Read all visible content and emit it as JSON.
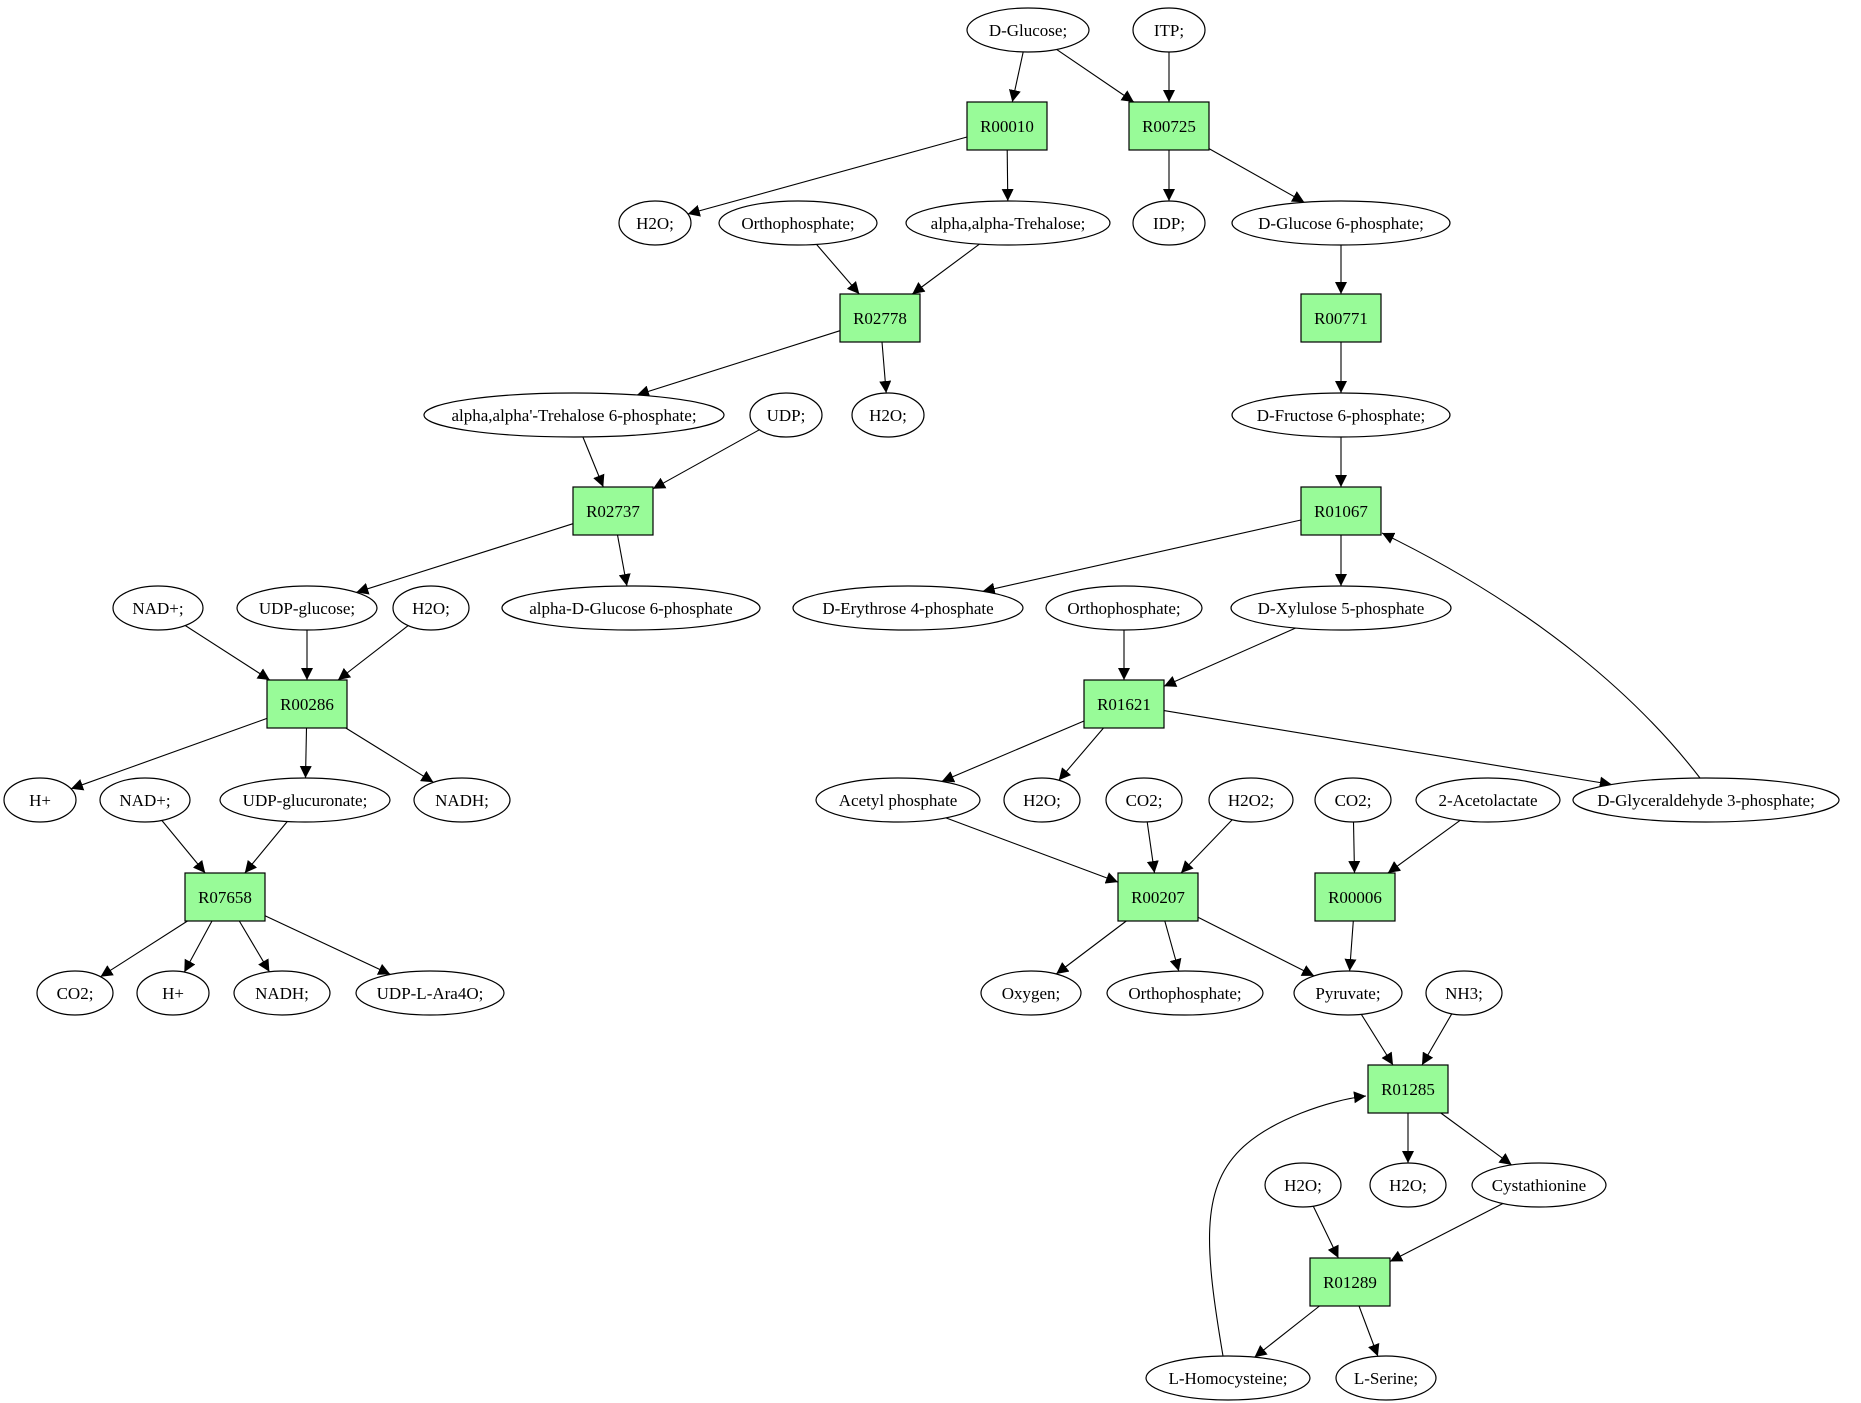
{
  "colors": {
    "reaction_fill": "#98fb98",
    "start_fill": "#00ee00",
    "end_fill": "#ffff00",
    "default_fill": "#ffffff",
    "stroke": "#000000"
  },
  "nodes": [
    {
      "id": "c_dglucose",
      "kind": "compound",
      "label": "D-Glucose;",
      "fill": "#00ee00"
    },
    {
      "id": "c_itp",
      "kind": "compound",
      "label": "ITP;"
    },
    {
      "id": "r_R00010",
      "kind": "reaction",
      "label": "R00010"
    },
    {
      "id": "r_R00725",
      "kind": "reaction",
      "label": "R00725"
    },
    {
      "id": "c_h2o_a",
      "kind": "compound",
      "label": "H2O;"
    },
    {
      "id": "c_orthophosphate_a",
      "kind": "compound",
      "label": "Orthophosphate;"
    },
    {
      "id": "c_trehalose",
      "kind": "compound",
      "label": "alpha,alpha-Trehalose;"
    },
    {
      "id": "c_idp",
      "kind": "compound",
      "label": "IDP;"
    },
    {
      "id": "c_g6p",
      "kind": "compound",
      "label": "D-Glucose 6-phosphate;"
    },
    {
      "id": "r_R02778",
      "kind": "reaction",
      "label": "R02778"
    },
    {
      "id": "r_R00771",
      "kind": "reaction",
      "label": "R00771"
    },
    {
      "id": "c_t6p",
      "kind": "compound",
      "label": "alpha,alpha'-Trehalose 6-phosphate;"
    },
    {
      "id": "c_udp",
      "kind": "compound",
      "label": "UDP;"
    },
    {
      "id": "c_h2o_b",
      "kind": "compound",
      "label": "H2O;"
    },
    {
      "id": "c_f6p",
      "kind": "compound",
      "label": "D-Fructose 6-phosphate;"
    },
    {
      "id": "r_R02737",
      "kind": "reaction",
      "label": "R02737"
    },
    {
      "id": "r_R01067",
      "kind": "reaction",
      "label": "R01067"
    },
    {
      "id": "c_nadp_a",
      "kind": "compound",
      "label": "NAD+;"
    },
    {
      "id": "c_udpglucose",
      "kind": "compound",
      "label": "UDP-glucose;"
    },
    {
      "id": "c_h2o_c",
      "kind": "compound",
      "label": "H2O;"
    },
    {
      "id": "c_adg6p",
      "kind": "compound",
      "label": "alpha-D-Glucose 6-phosphate"
    },
    {
      "id": "c_e4p",
      "kind": "compound",
      "label": "D-Erythrose 4-phosphate"
    },
    {
      "id": "c_orthophosphate_b",
      "kind": "compound",
      "label": "Orthophosphate;"
    },
    {
      "id": "c_x5p",
      "kind": "compound",
      "label": "D-Xylulose 5-phosphate"
    },
    {
      "id": "r_R00286",
      "kind": "reaction",
      "label": "R00286"
    },
    {
      "id": "r_R01621",
      "kind": "reaction",
      "label": "R01621"
    },
    {
      "id": "c_hplus_a",
      "kind": "compound",
      "label": "H+"
    },
    {
      "id": "c_nadp_b",
      "kind": "compound",
      "label": "NAD+;"
    },
    {
      "id": "c_udpglucuronate",
      "kind": "compound",
      "label": "UDP-glucuronate;"
    },
    {
      "id": "c_nadh_a",
      "kind": "compound",
      "label": "NADH;"
    },
    {
      "id": "c_acetylp",
      "kind": "compound",
      "label": "Acetyl phosphate"
    },
    {
      "id": "c_h2o_d",
      "kind": "compound",
      "label": "H2O;"
    },
    {
      "id": "c_co2_a",
      "kind": "compound",
      "label": "CO2;"
    },
    {
      "id": "c_h2o2",
      "kind": "compound",
      "label": "H2O2;"
    },
    {
      "id": "c_co2_b",
      "kind": "compound",
      "label": "CO2;"
    },
    {
      "id": "c_acetolactate",
      "kind": "compound",
      "label": "2-Acetolactate"
    },
    {
      "id": "c_gap",
      "kind": "compound",
      "label": "D-Glyceraldehyde 3-phosphate;"
    },
    {
      "id": "r_R07658",
      "kind": "reaction",
      "label": "R07658"
    },
    {
      "id": "r_R00207",
      "kind": "reaction",
      "label": "R00207"
    },
    {
      "id": "r_R00006",
      "kind": "reaction",
      "label": "R00006"
    },
    {
      "id": "c_co2_c",
      "kind": "compound",
      "label": "CO2;"
    },
    {
      "id": "c_hplus_b",
      "kind": "compound",
      "label": "H+"
    },
    {
      "id": "c_nadh_b",
      "kind": "compound",
      "label": "NADH;"
    },
    {
      "id": "c_udpara4o",
      "kind": "compound",
      "label": "UDP-L-Ara4O;"
    },
    {
      "id": "c_oxygen",
      "kind": "compound",
      "label": "Oxygen;"
    },
    {
      "id": "c_orthophosphate_c",
      "kind": "compound",
      "label": "Orthophosphate;"
    },
    {
      "id": "c_pyruvate",
      "kind": "compound",
      "label": "Pyruvate;"
    },
    {
      "id": "c_nh3",
      "kind": "compound",
      "label": "NH3;"
    },
    {
      "id": "r_R01285",
      "kind": "reaction",
      "label": "R01285"
    },
    {
      "id": "c_h2o_e",
      "kind": "compound",
      "label": "H2O;"
    },
    {
      "id": "c_h2o_f",
      "kind": "compound",
      "label": "H2O;"
    },
    {
      "id": "c_cystathionine",
      "kind": "compound",
      "label": "Cystathionine"
    },
    {
      "id": "r_R01289",
      "kind": "reaction",
      "label": "R01289"
    },
    {
      "id": "c_homocysteine",
      "kind": "compound",
      "label": "L-Homocysteine;"
    },
    {
      "id": "c_serine",
      "kind": "compound",
      "label": "L-Serine;",
      "fill": "#ffff00"
    }
  ],
  "edges": [
    {
      "from": "c_dglucose",
      "to": "r_R00010"
    },
    {
      "from": "c_dglucose",
      "to": "r_R00725"
    },
    {
      "from": "c_itp",
      "to": "r_R00725"
    },
    {
      "from": "r_R00010",
      "to": "c_h2o_a"
    },
    {
      "from": "r_R00010",
      "to": "c_trehalose"
    },
    {
      "from": "r_R00725",
      "to": "c_idp"
    },
    {
      "from": "r_R00725",
      "to": "c_g6p"
    },
    {
      "from": "c_orthophosphate_a",
      "to": "r_R02778"
    },
    {
      "from": "c_trehalose",
      "to": "r_R02778"
    },
    {
      "from": "c_g6p",
      "to": "r_R00771"
    },
    {
      "from": "r_R02778",
      "to": "c_t6p"
    },
    {
      "from": "r_R02778",
      "to": "c_h2o_b"
    },
    {
      "from": "r_R00771",
      "to": "c_f6p"
    },
    {
      "from": "c_t6p",
      "to": "r_R02737"
    },
    {
      "from": "c_udp",
      "to": "r_R02737"
    },
    {
      "from": "c_f6p",
      "to": "r_R01067"
    },
    {
      "from": "r_R02737",
      "to": "c_udpglucose"
    },
    {
      "from": "r_R02737",
      "to": "c_adg6p"
    },
    {
      "from": "r_R01067",
      "to": "c_e4p"
    },
    {
      "from": "r_R01067",
      "to": "c_x5p"
    },
    {
      "from": "c_nadp_a",
      "to": "r_R00286"
    },
    {
      "from": "c_udpglucose",
      "to": "r_R00286"
    },
    {
      "from": "c_h2o_c",
      "to": "r_R00286"
    },
    {
      "from": "c_orthophosphate_b",
      "to": "r_R01621"
    },
    {
      "from": "c_x5p",
      "to": "r_R01621"
    },
    {
      "from": "r_R00286",
      "to": "c_hplus_a"
    },
    {
      "from": "r_R00286",
      "to": "c_udpglucuronate"
    },
    {
      "from": "r_R00286",
      "to": "c_nadh_a"
    },
    {
      "from": "r_R01621",
      "to": "c_acetylp"
    },
    {
      "from": "r_R01621",
      "to": "c_h2o_d"
    },
    {
      "from": "r_R01621",
      "to": "c_gap"
    },
    {
      "from": "c_gap",
      "to": "r_R01067",
      "curve": "gap"
    },
    {
      "from": "c_nadp_b",
      "to": "r_R07658"
    },
    {
      "from": "c_udpglucuronate",
      "to": "r_R07658"
    },
    {
      "from": "c_acetylp",
      "to": "r_R00207"
    },
    {
      "from": "c_co2_a",
      "to": "r_R00207"
    },
    {
      "from": "c_h2o2",
      "to": "r_R00207"
    },
    {
      "from": "c_co2_b",
      "to": "r_R00006"
    },
    {
      "from": "c_acetolactate",
      "to": "r_R00006"
    },
    {
      "from": "r_R07658",
      "to": "c_co2_c"
    },
    {
      "from": "r_R07658",
      "to": "c_hplus_b"
    },
    {
      "from": "r_R07658",
      "to": "c_nadh_b"
    },
    {
      "from": "r_R07658",
      "to": "c_udpara4o"
    },
    {
      "from": "r_R00207",
      "to": "c_oxygen"
    },
    {
      "from": "r_R00207",
      "to": "c_orthophosphate_c"
    },
    {
      "from": "r_R00207",
      "to": "c_pyruvate"
    },
    {
      "from": "r_R00006",
      "to": "c_pyruvate"
    },
    {
      "from": "c_pyruvate",
      "to": "r_R01285"
    },
    {
      "from": "c_nh3",
      "to": "r_R01285"
    },
    {
      "from": "r_R01285",
      "to": "c_h2o_f"
    },
    {
      "from": "r_R01285",
      "to": "c_cystathionine"
    },
    {
      "from": "c_h2o_e",
      "to": "r_R01289"
    },
    {
      "from": "c_cystathionine",
      "to": "r_R01289"
    },
    {
      "from": "r_R01289",
      "to": "c_homocysteine"
    },
    {
      "from": "r_R01289",
      "to": "c_serine"
    },
    {
      "from": "c_homocysteine",
      "to": "r_R01285",
      "curve": "homocysteine"
    }
  ]
}
